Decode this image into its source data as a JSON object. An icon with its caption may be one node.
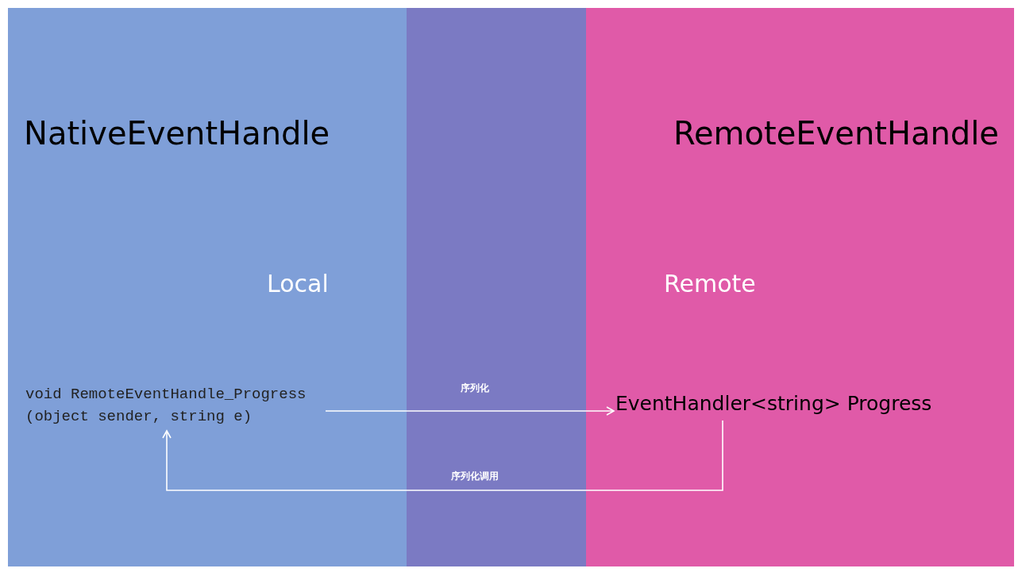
{
  "diagram": {
    "nodes": [
      {
        "text": [
          "NativeEventHandle",
          "Local"
        ]
      },
      {
        "text": [
          "RemoteEventHandle",
          "Remote"
        ]
      },
      {
        "text": [
          "void RemoteEventHandle_Progress (object sender, string e)"
        ],
        "in": 0
      },
      {
        "text": [
          "EventHandler<string> Progress"
        ],
        "in": 1
      }
    ],
    "edges": [
      {
        "from": 2,
        "to": 3,
        "arrow": "to",
        "label": "序列化"
      },
      {
        "from": 3,
        "to": 2,
        "arrow": "to",
        "label": "序列化调用"
      }
    ]
  }
}
